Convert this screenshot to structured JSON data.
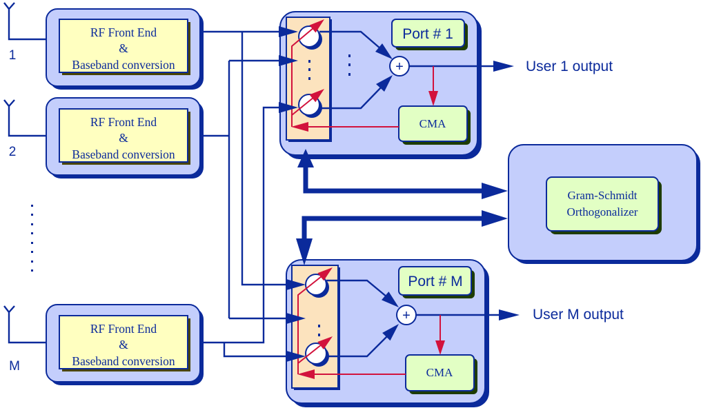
{
  "diagram": {
    "antennas": [
      {
        "label": "1"
      },
      {
        "label": "2"
      },
      {
        "label": "M"
      }
    ],
    "rf_blocks": [
      {
        "line1": "RF Front End",
        "line2": "&",
        "line3": "Baseband conversion"
      },
      {
        "line1": "RF Front End",
        "line2": "&",
        "line3": "Baseband conversion"
      },
      {
        "line1": "RF Front End",
        "line2": "&",
        "line3": "Baseband conversion"
      }
    ],
    "ports": [
      {
        "label": "Port # 1",
        "adaptation": "CMA",
        "summer": "+",
        "output": "User 1 output"
      },
      {
        "label": "Port # M",
        "adaptation": "CMA",
        "summer": "+",
        "output": "User M output"
      }
    ],
    "orthogonalizer": {
      "line1": "Gram-Schmidt",
      "line2": "Orthogonalizer"
    }
  },
  "colors": {
    "line": "#0B2A9B",
    "feedback": "#D2123C",
    "block_fill": "#C4CEFC",
    "rf_fill": "#FFFFC0",
    "label_fill": "#E2FFC4",
    "weight_panel": "#FCE3BE"
  }
}
